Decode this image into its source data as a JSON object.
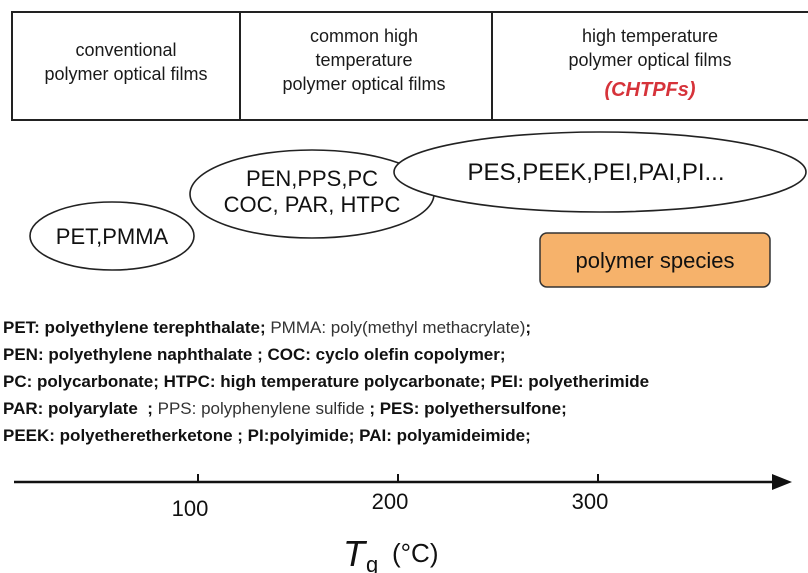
{
  "header": {
    "cells": [
      {
        "lines": [
          "conventional",
          "polymer optical films"
        ]
      },
      {
        "lines": [
          "common high",
          "temperature",
          "polymer optical films"
        ]
      },
      {
        "lines": [
          "high temperature",
          "polymer optical films"
        ],
        "highlight": "(CHTPFs)"
      }
    ],
    "highlight_color": "#d6333a"
  },
  "groups": [
    {
      "lines": [
        "PET,PMMA"
      ]
    },
    {
      "lines": [
        "PEN,PPS,PC",
        "COC, PAR, HTPC"
      ]
    },
    {
      "lines": [
        "PES,PEEK,PEI,PAI,PI..."
      ]
    }
  ],
  "badge": {
    "label": "polymer species",
    "color": "#f6b26b"
  },
  "abbreviations": [
    [
      {
        "text": "PET: polyethylene terephthalate;",
        "bold": true
      },
      {
        "text": " PMMA: poly(methyl methacrylate)",
        "bold": false
      },
      {
        "text": ";",
        "bold": true
      }
    ],
    [
      {
        "text": "PEN: polyethylene naphthalate",
        "bold": true
      },
      {
        "text": " ; ",
        "bold": true
      },
      {
        "text": "COC: cyclo olefin copolymer;",
        "bold": true
      }
    ],
    [
      {
        "text": "PC: polycarbonate;",
        "bold": true
      },
      {
        "text": " HTPC: high temperature polycarbonate",
        "bold": true
      },
      {
        "text": ";",
        "bold": true
      },
      {
        "text": " PEI: polyetherimide",
        "bold": true
      }
    ],
    [
      {
        "text": "PAR: polyarylate",
        "bold": true
      },
      {
        "text": "  ; ",
        "bold": true
      },
      {
        "text": "PPS: polyphenylene sulfide",
        "bold": false
      },
      {
        "text": " ;",
        "bold": true
      },
      {
        "text": " PES: polyethersulfone;",
        "bold": true
      }
    ],
    [
      {
        "text": "PEEK: polyetheretherketone",
        "bold": true
      },
      {
        "text": " ; ",
        "bold": true
      },
      {
        "text": "PI:polyimide;",
        "bold": true
      },
      {
        "text": " PAI: polyamideimide;",
        "bold": true
      }
    ]
  ],
  "axis": {
    "ticks": [
      {
        "value": 100,
        "label": "100"
      },
      {
        "value": 200,
        "label": "200"
      },
      {
        "value": 300,
        "label": "300"
      }
    ],
    "title_main": "T",
    "title_sub": "g",
    "title_unit": "(°C)"
  }
}
